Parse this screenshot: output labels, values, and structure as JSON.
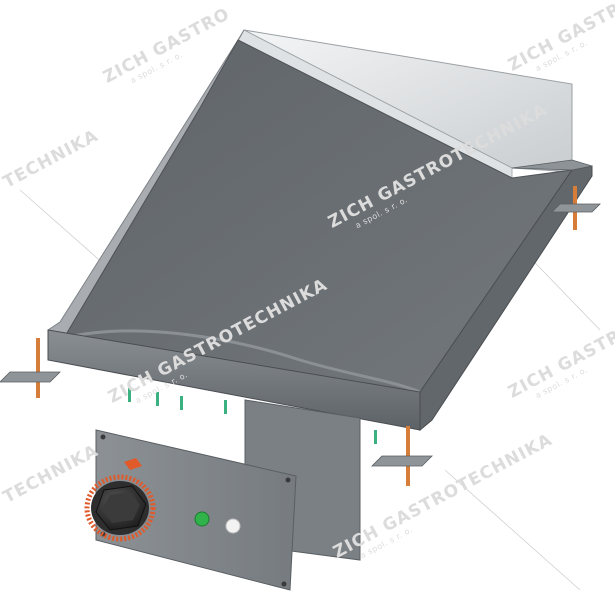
{
  "watermark": {
    "brand_word": "ZICH",
    "brand_main": "GASTROTECHNIKA",
    "brand_partial": "GASTRO",
    "brand_tail": "TECHNIKA",
    "legal": "a spol. s r. o.",
    "color": "#dddddd"
  },
  "product": {
    "body_color": "#6f7478",
    "plate_color": "#6a6e72",
    "splash_color": "#b8bcc0",
    "knob_ring_color": "#e05a2a",
    "indicator_green": "#2fb34a",
    "indicator_white": "#f2f2f2"
  }
}
